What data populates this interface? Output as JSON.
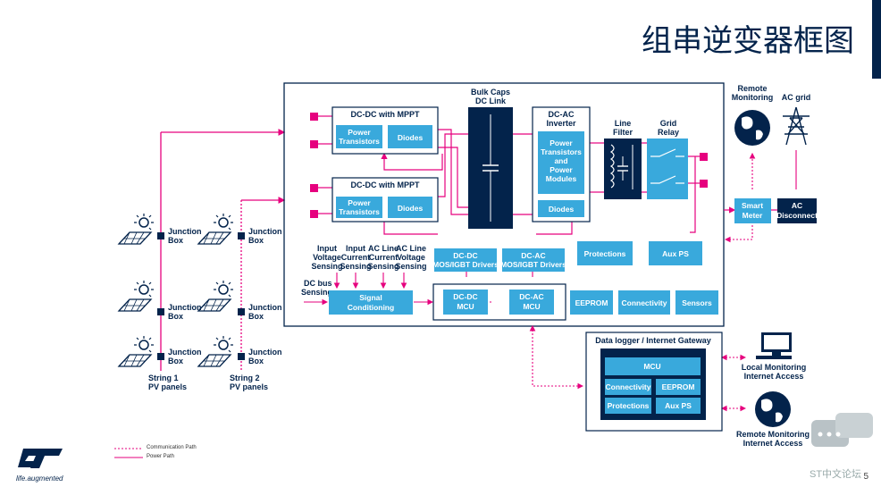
{
  "title": "组串逆变器框图",
  "strings": {
    "string1": [
      "String 1",
      "PV panels"
    ],
    "string2": [
      "String 2",
      "PV panels"
    ],
    "junction_box": [
      "Junction",
      "Box"
    ]
  },
  "blocks": {
    "dcdc1": "DC-DC with MPPT",
    "dcdc2": "DC-DC with MPPT",
    "power_transistors": [
      "Power",
      "Transistors"
    ],
    "diodes": "Diodes",
    "bulk_caps": [
      "Bulk Caps",
      "DC Link"
    ],
    "dcac_inverter": [
      "DC-AC",
      "Inverter"
    ],
    "power_modules": [
      "Power",
      "Transistors",
      "and",
      "Power",
      "Modules"
    ],
    "line_filter": [
      "Line",
      "Filter"
    ],
    "grid_relay": [
      "Grid",
      "Relay"
    ],
    "protections": "Protections",
    "aux_ps": "Aux PS",
    "input_voltage": [
      "Input",
      "Voltage",
      "Sensing"
    ],
    "input_current": [
      "Input",
      "Current",
      "Sensing"
    ],
    "ac_line_current": [
      "AC Line",
      "Current",
      "Sensing"
    ],
    "ac_line_voltage": [
      "AC Line",
      "Voltage",
      "Sensing"
    ],
    "dcdc_drivers": [
      "DC-DC",
      "MOS/IGBT Drivers"
    ],
    "dcac_drivers": [
      "DC-AC",
      "MOS/IGBT Drivers"
    ],
    "dc_bus": [
      "DC bus",
      "Sensing"
    ],
    "signal_cond": [
      "Signal",
      "Conditioning"
    ],
    "dcdc_mcu": [
      "DC-DC",
      "MCU"
    ],
    "dcac_mcu": [
      "DC-AC",
      "MCU"
    ],
    "eeprom": "EEPROM",
    "connectivity": "Connectivity",
    "sensors": "Sensors",
    "remote_monitoring": [
      "Remote",
      "Monitoring"
    ],
    "ac_grid": "AC grid",
    "smart_meter": [
      "Smart",
      "Meter"
    ],
    "ac_disconnect": [
      "AC",
      "Disconnect"
    ],
    "datalogger": "Data logger / Internet Gateway",
    "dl_mcu": "MCU",
    "dl_connectivity": "Connectivity",
    "dl_eeprom": "EEPROM",
    "dl_protections": "Protections",
    "dl_aux_ps": "Aux PS",
    "local_monitoring": [
      "Local Monitoring",
      "Internet Access"
    ],
    "remote_monitoring_access": [
      "Remote Monitoring",
      "Internet Access"
    ]
  },
  "legend": {
    "comm": "Communication Path",
    "power": "Power Path"
  },
  "logo_tagline": "life.augmented",
  "page_number": "5",
  "forum_label": "ST中文论坛",
  "colors": {
    "navy": "#03234b",
    "blue": "#39a9dc",
    "magenta": "#e6007e"
  }
}
